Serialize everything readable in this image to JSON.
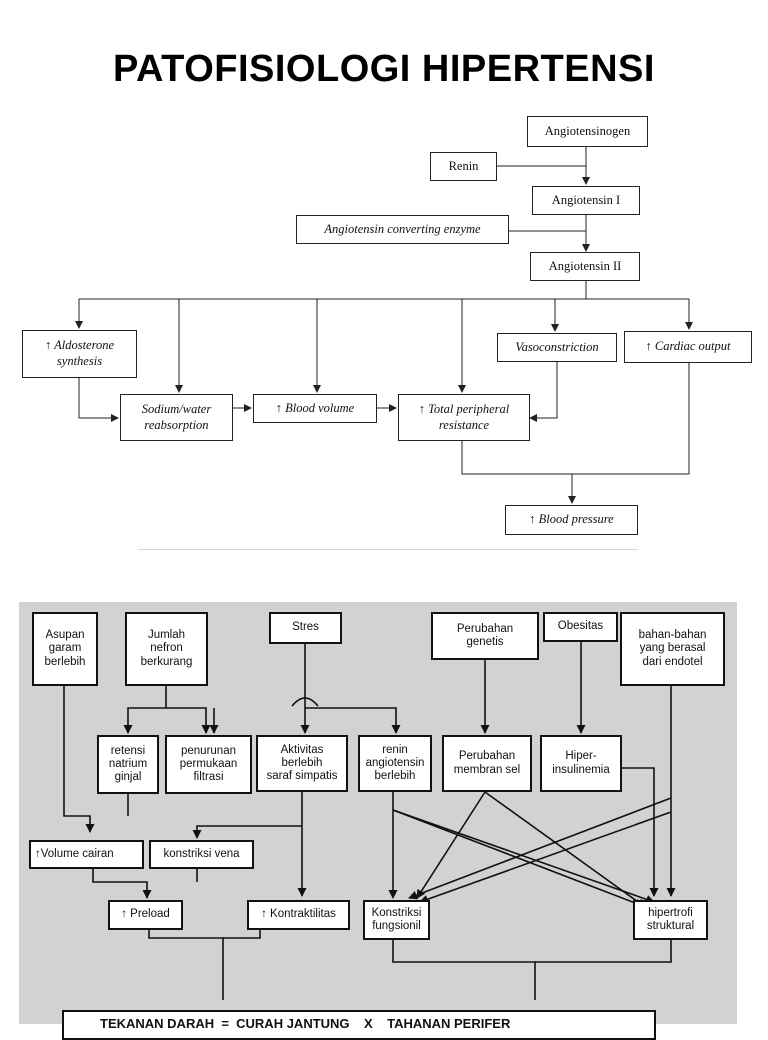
{
  "title": "PATOFISIOLOGI HIPERTENSI",
  "diagram1": {
    "angiotensinogen": "Angiotensinogen",
    "renin": "Renin",
    "angiotensin_i": "Angiotensin I",
    "ace": "Angiotensin converting enzyme",
    "angiotensin_ii": "Angiotensin II",
    "aldosterone": "↑ Aldosterone\nsynthesis",
    "vasoconstriction": "Vasoconstriction",
    "cardiac_output": "↑ Cardiac output",
    "sodium_water": "Sodium/water\nreabsorption",
    "blood_volume": "↑ Blood volume",
    "tpr": "↑ Total peripheral\nresistance",
    "blood_pressure": "↑ Blood pressure"
  },
  "diagram2": {
    "asupan_garam": "Asupan\ngaram\nberlebih",
    "jumlah_nefron": "Jumlah\nnefron\nberkurang",
    "stres": "Stres",
    "perubahan_genetis": "Perubahan\ngenetis",
    "obesitas": "Obesitas",
    "bahan_endotel": "bahan-bahan\nyang berasal\ndari endotel",
    "retensi_natrium": "retensi\nnatrium\nginjal",
    "penurunan_permukaan": "penurunan\npermukaan\nfiltrasi",
    "aktivitas_simpatis": "Aktivitas\nberlebih\nsaraf simpatis",
    "renin_angiotensin": "renin\nangiotensin\nberlebih",
    "perubahan_membran": "Perubahan\nmembran sel",
    "hiperinsulinemia": "Hiper-\ninsulinemia",
    "volume_cairan": "↑Volume cairan",
    "konstriksi_vena": "konstriksi vena",
    "preload": "↑ Preload",
    "kontraktilitas": "↑ Kontraktilitas",
    "konstriksi_fungsionil": "Konstriksi\nfungsionil",
    "hipertrofi": "hipertrofi\nstruktural",
    "equation": "TEKANAN DARAH  =  CURAH JANTUNG    X    TAHANAN PERIFER"
  }
}
